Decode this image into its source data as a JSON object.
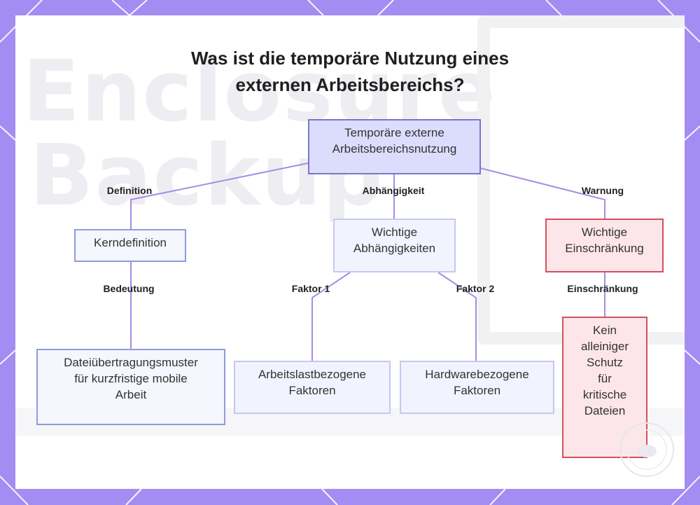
{
  "title_line1": "Was ist die temporäre Nutzung eines",
  "title_line2": "externen Arbeitsbereichs?",
  "background_words": [
    "Enclosure",
    "Backup"
  ],
  "colors": {
    "frame": "#a48cf2",
    "edge": "#a88be6",
    "root_fill": "#dcdcfd",
    "warning_fill": "#fde6ea",
    "warning_border": "#d3505f"
  },
  "nodes": {
    "root": [
      "Temporäre externe",
      "Arbeitsbereichsnutzung"
    ],
    "kerndefinition": [
      "Kerndefinition"
    ],
    "abhaengigkeiten": [
      "Wichtige",
      "Abhängigkeiten"
    ],
    "einschraenkung": [
      "Wichtige",
      "Einschränkung"
    ],
    "muster": [
      "Dateiübertragungsmuster",
      "für kurzfristige mobile",
      "Arbeit"
    ],
    "arbeitslast": [
      "Arbeitslastbezogene",
      "Faktoren"
    ],
    "hardware": [
      "Hardwarebezogene",
      "Faktoren"
    ],
    "schutz": [
      "Kein",
      "alleiniger",
      "Schutz",
      "für",
      "kritische",
      "Dateien"
    ]
  },
  "edge_labels": {
    "definition": "Definition",
    "abhaengigkeit": "Abhängigkeit",
    "warnung": "Warnung",
    "bedeutung": "Bedeutung",
    "faktor1": "Faktor 1",
    "faktor2": "Faktor 2",
    "einschraenkung": "Einschränkung"
  }
}
